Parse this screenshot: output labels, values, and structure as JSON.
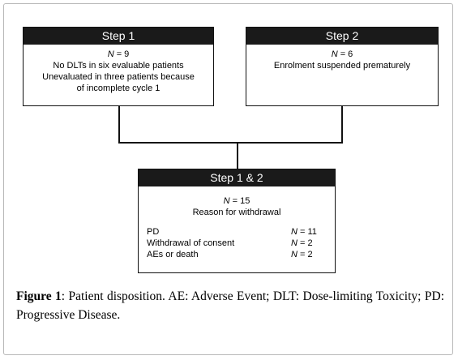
{
  "step1": {
    "title": "Step 1",
    "n_var": "N",
    "n_value": " = 9",
    "lines": [
      "No DLTs in six evaluable patients",
      "Unevaluated in three patients because",
      "of incomplete cycle 1"
    ]
  },
  "step2": {
    "title": "Step 2",
    "n_var": "N",
    "n_value": " = 6",
    "lines": [
      "Enrolment suspended prematurely"
    ]
  },
  "combined": {
    "title": "Step 1 & 2",
    "n_var": "N",
    "n_value": " = 15",
    "reason": "Reason for withdrawal",
    "rows": [
      {
        "label": "PD",
        "var": "N",
        "value": " = 11"
      },
      {
        "label": "Withdrawal of consent",
        "var": "N",
        "value": " = 2"
      },
      {
        "label": "AEs or death",
        "var": "N",
        "value": " = 2"
      }
    ]
  },
  "caption": {
    "label": "Figure 1",
    "text": ": Patient disposition. AE: Adverse Event; DLT: Dose-limiting Toxicity; PD: Progressive Disease."
  }
}
